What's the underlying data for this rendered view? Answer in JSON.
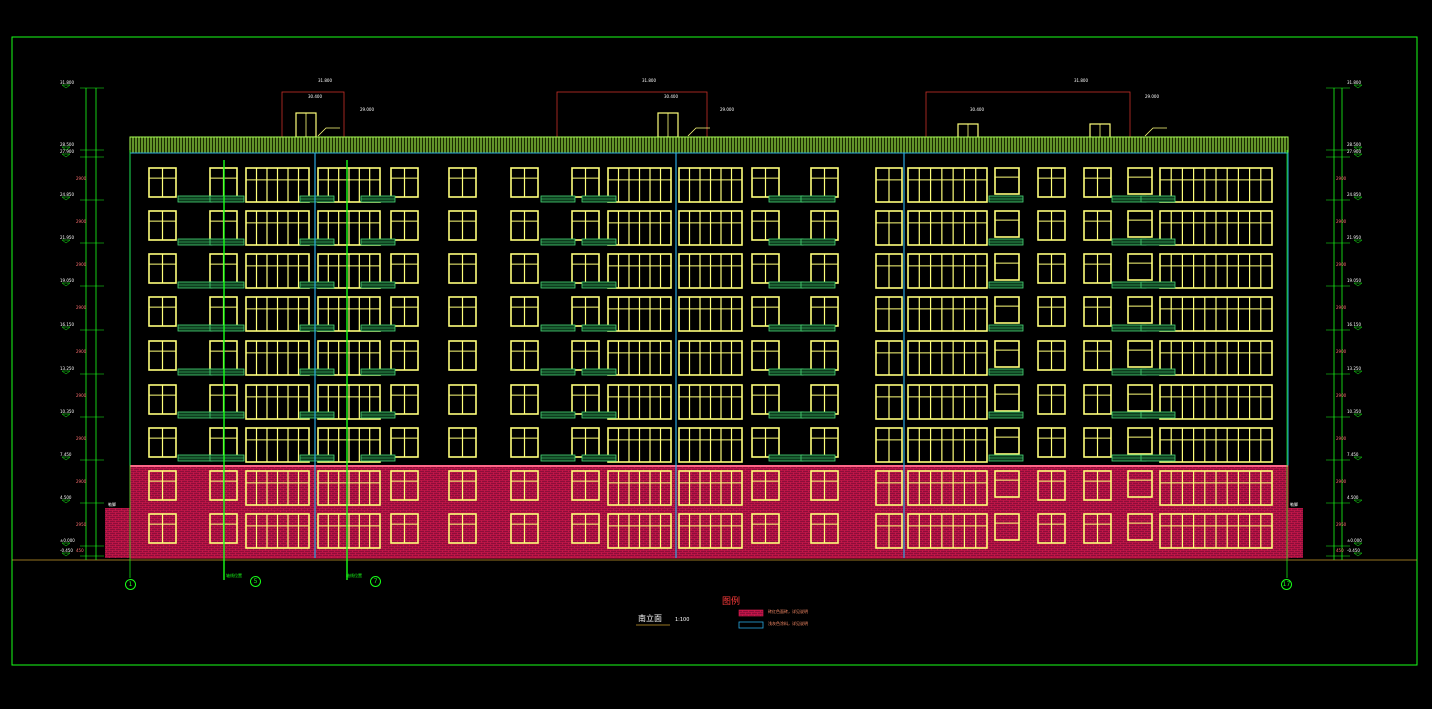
{
  "drawing": {
    "title": "南立面",
    "scale": "1:100",
    "legend": {
      "title": "图例",
      "items": [
        {
          "label": "砖红色面砖，详见说明",
          "color": "#e01a4f",
          "kind": "hatch"
        },
        {
          "label": "浅灰色涂料，详见说明",
          "color": "#2aa8e0",
          "kind": "outline"
        }
      ]
    },
    "axes": {
      "left_start": "1",
      "right_end": "17",
      "mid_a": "5",
      "mid_b": "7"
    },
    "axis_notes": {
      "a": "轴线位置",
      "b": "轴线位置"
    },
    "elevations_left": [
      "31.800",
      "28.500",
      "27.900",
      "24.850",
      "21.950",
      "19.050",
      "16.150",
      "13.250",
      "10.350",
      "7.450",
      "4.500",
      "±0.000",
      "-0.450"
    ],
    "elevations_right": [
      "31.800",
      "28.500",
      "27.900",
      "24.850",
      "21.950",
      "19.050",
      "16.150",
      "13.250",
      "10.350",
      "7.450",
      "4.500",
      "±0.000",
      "-0.450"
    ],
    "dims_left": [
      "2900",
      "2900",
      "2900",
      "2900",
      "2900",
      "2900",
      "2900",
      "2900",
      "2950",
      "450"
    ],
    "roof_labels": [
      "31.800",
      "30.400",
      "29.000",
      "31.800",
      "30.400",
      "29.000",
      "31.800",
      "30.400",
      "29.000"
    ],
    "base_note": "勒脚",
    "base_note_right": "勒脚"
  },
  "colors": {
    "frame": "#18ff18",
    "window": "#ffff7a",
    "wall_outline": "#2aa8e0",
    "base_fill": "#9a1040",
    "brick": "#e01a4f",
    "roof": "#aaff55",
    "balcony": "#49d978",
    "dim": "#18ff18",
    "parapet": "#c8302a"
  }
}
